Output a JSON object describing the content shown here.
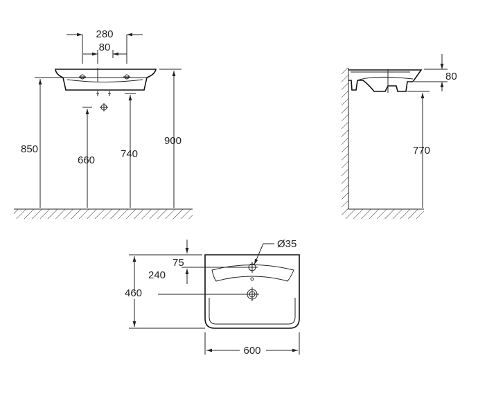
{
  "front_view": {
    "dims": {
      "top_outer": "280",
      "top_inner": "80",
      "height_basin": "850",
      "height_drain": "660",
      "height_tap": "740",
      "height_top": "900"
    }
  },
  "side_view": {
    "dims": {
      "depth_top": "80",
      "height_bottom": "770"
    }
  },
  "plan_view": {
    "dims": {
      "hole_diameter": "Ø35",
      "hole_offset": "75",
      "drain_offset": "240",
      "depth": "460",
      "width": "600"
    }
  }
}
